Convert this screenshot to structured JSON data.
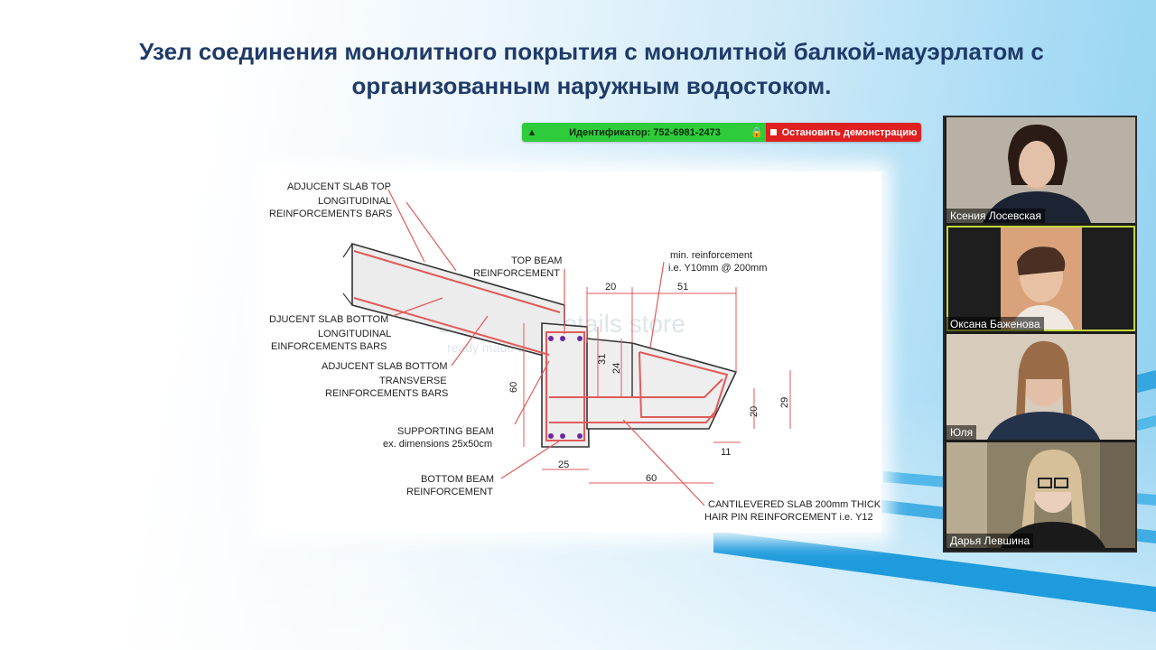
{
  "slide": {
    "title": "Узел соединения монолитного покрытия с монолитной балкой-мауэрлатом с организованным наружным водостоком."
  },
  "share_bar": {
    "meeting_id": "Идентификатор: 752-6981-2473",
    "stop_label": "Остановить демонстрацию",
    "colors": {
      "green": "#2ecc3a",
      "red": "#e02020"
    },
    "icons": [
      "pin-icon",
      "lock-icon",
      "stop-icon"
    ]
  },
  "drawing": {
    "labels": {
      "adj_top_1": "ADJUCENT SLAB TOP",
      "adj_top_2": "LONGITUDINAL",
      "adj_top_3": "REINFORCEMENTS BARS",
      "top_beam_1": "TOP BEAM",
      "top_beam_2": "REINFORCEMENT",
      "min_reinf_1": "min. reinforcement",
      "min_reinf_2": "i.e. Y10mm @ 200mm",
      "adj_bot_1": "DJUCENT SLAB BOTTOM",
      "adj_bot_2": "LONGITUDINAL",
      "adj_bot_3": "EINFORCEMENTS BARS",
      "adj_bot_t1": "ADJUCENT SLAB BOTTOM",
      "adj_bot_t2": "TRANSVERSE",
      "adj_bot_t3": "REINFORCEMENTS BARS",
      "support_1": "SUPPORTING BEAM",
      "support_2": "ex. dimensions 25x50cm",
      "bottom_1": "BOTTOM BEAM",
      "bottom_2": "REINFORCEMENT",
      "cant_1": "CANTILEVERED SLAB 200mm THICK",
      "cant_2": "HAIR PIN REINFORCEMENT i.e. Y12",
      "watermark_1": "structural details store",
      "watermark_2": "ready made drawings by civilworx"
    },
    "dims": {
      "d20_top": "20",
      "d51": "51",
      "d31": "31",
      "d24": "24",
      "d60_v": "60",
      "d20_v": "20",
      "d29": "29",
      "d11": "11",
      "d25": "25",
      "d60_h": "60"
    },
    "colors": {
      "line": "#e05a5a",
      "outline": "#333333",
      "concrete": "#ededed"
    }
  },
  "participants": [
    {
      "name": "Ксения Лосевская",
      "active": false
    },
    {
      "name": "Оксана Баженова",
      "active": true
    },
    {
      "name": "Юля",
      "active": false
    },
    {
      "name": "Дарья Левшина",
      "active": false
    }
  ]
}
